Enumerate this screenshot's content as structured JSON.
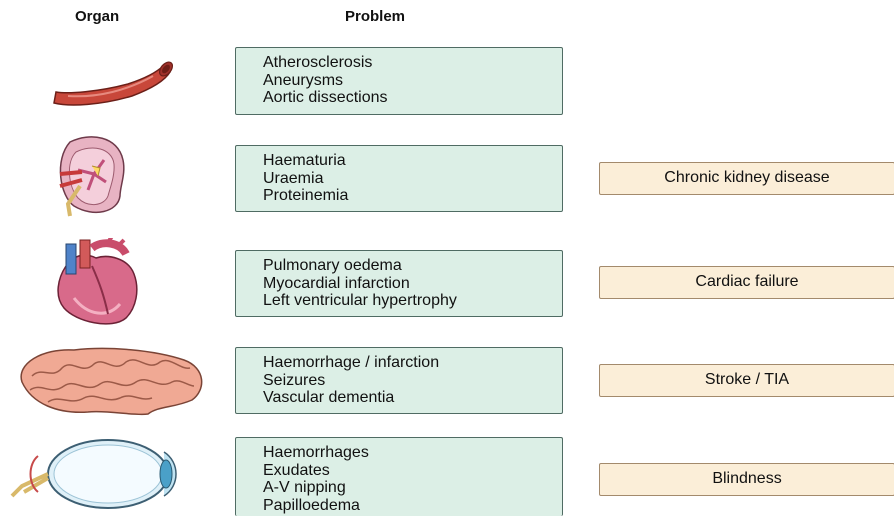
{
  "headers": {
    "organ": "Organ",
    "problem": "Problem"
  },
  "rows": [
    {
      "organ_icon": "artery-icon",
      "problems": [
        "Atherosclerosis",
        "Aneurysms",
        "Aortic dissections"
      ],
      "outcome": ""
    },
    {
      "organ_icon": "kidney-icon",
      "problems": [
        "Haematuria",
        "Uraemia",
        "Proteinemia"
      ],
      "outcome": "Chronic kidney disease"
    },
    {
      "organ_icon": "heart-icon",
      "problems": [
        "Pulmonary oedema",
        "Myocardial infarction",
        "Left ventricular hypertrophy"
      ],
      "outcome": "Cardiac failure"
    },
    {
      "organ_icon": "brain-icon",
      "problems": [
        "Haemorrhage / infarction",
        "Seizures",
        "Vascular dementia"
      ],
      "outcome": "Stroke / TIA"
    },
    {
      "organ_icon": "eye-icon",
      "problems": [
        "Haemorrhages",
        "Exudates",
        "A-V nipping",
        "Papilloedema"
      ],
      "outcome": "Blindness"
    }
  ],
  "colors": {
    "problem_box": "#dcefe6",
    "outcome_box": "#fbeed8",
    "artery": "#c8473a",
    "kidney": "#e8b3c3",
    "heart": "#d86a8a",
    "brain": "#f0a994",
    "eye": "#dff0f8"
  }
}
